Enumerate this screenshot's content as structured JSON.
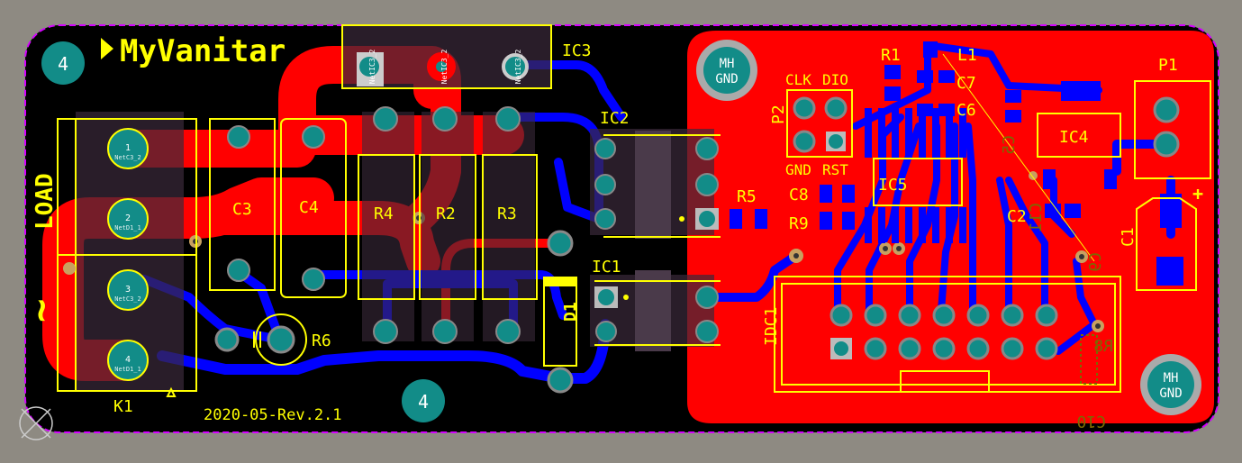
{
  "board": {
    "title": "MyVanitar",
    "revision": "2020-05-Rev.2.1",
    "layer_badge": "4",
    "load_label": "LOAD",
    "ac_symbol": "~"
  },
  "colors": {
    "background": "#8e8a82",
    "board": "#000000",
    "top_copper": "#ff0000",
    "bottom_copper": "#0000ff",
    "silkscreen": "#ffff00",
    "outline": "#d400ff",
    "pad_teal": "#128c88",
    "bottom_silk": "#7a6a00"
  },
  "components": {
    "k1": "K1",
    "c3": "C3",
    "c4": "C4",
    "r4": "R4",
    "r2": "R2",
    "r3": "R3",
    "r5": "R5",
    "r6": "R6",
    "r8": "R8",
    "r9": "R9",
    "ic1": "IC1",
    "ic2": "IC2",
    "ic3": "IC3",
    "ic4": "IC4",
    "ic5": "IC5",
    "idc1": "IDC1",
    "d1": "D1",
    "p1": "P1",
    "p2": "P2",
    "r1": "R1",
    "l1": "L1",
    "c5": "C5",
    "c6": "C6",
    "c7": "C7",
    "c8": "C8",
    "c1": "C1",
    "c2": "C2",
    "c10": "C10",
    "c9": "C9",
    "c11": "C11",
    "plus": "+"
  },
  "header_pins": {
    "clk": "CLK",
    "dio": "DIO",
    "gnd": "GND",
    "rst": "RST"
  },
  "mounting_holes": [
    {
      "line1": "MH",
      "line2": "GND"
    },
    {
      "line1": "MH",
      "line2": "GND"
    }
  ],
  "pad_nets": {
    "k1_1": {
      "num": "1",
      "net": "NetC3_2"
    },
    "k1_2": {
      "num": "2",
      "net": "NetD1_1"
    },
    "k1_3": {
      "num": "3",
      "net": "NetC3_2"
    },
    "k1_4": {
      "num": "4",
      "net": "NetD1_1"
    },
    "ic3_1": {
      "num": "1",
      "net": "NetIC3_2"
    },
    "ic3_2": {
      "num": "2",
      "net": "NetIC3_2"
    },
    "ic3_3": {
      "num": "3",
      "net": "NetIC3_2"
    }
  }
}
